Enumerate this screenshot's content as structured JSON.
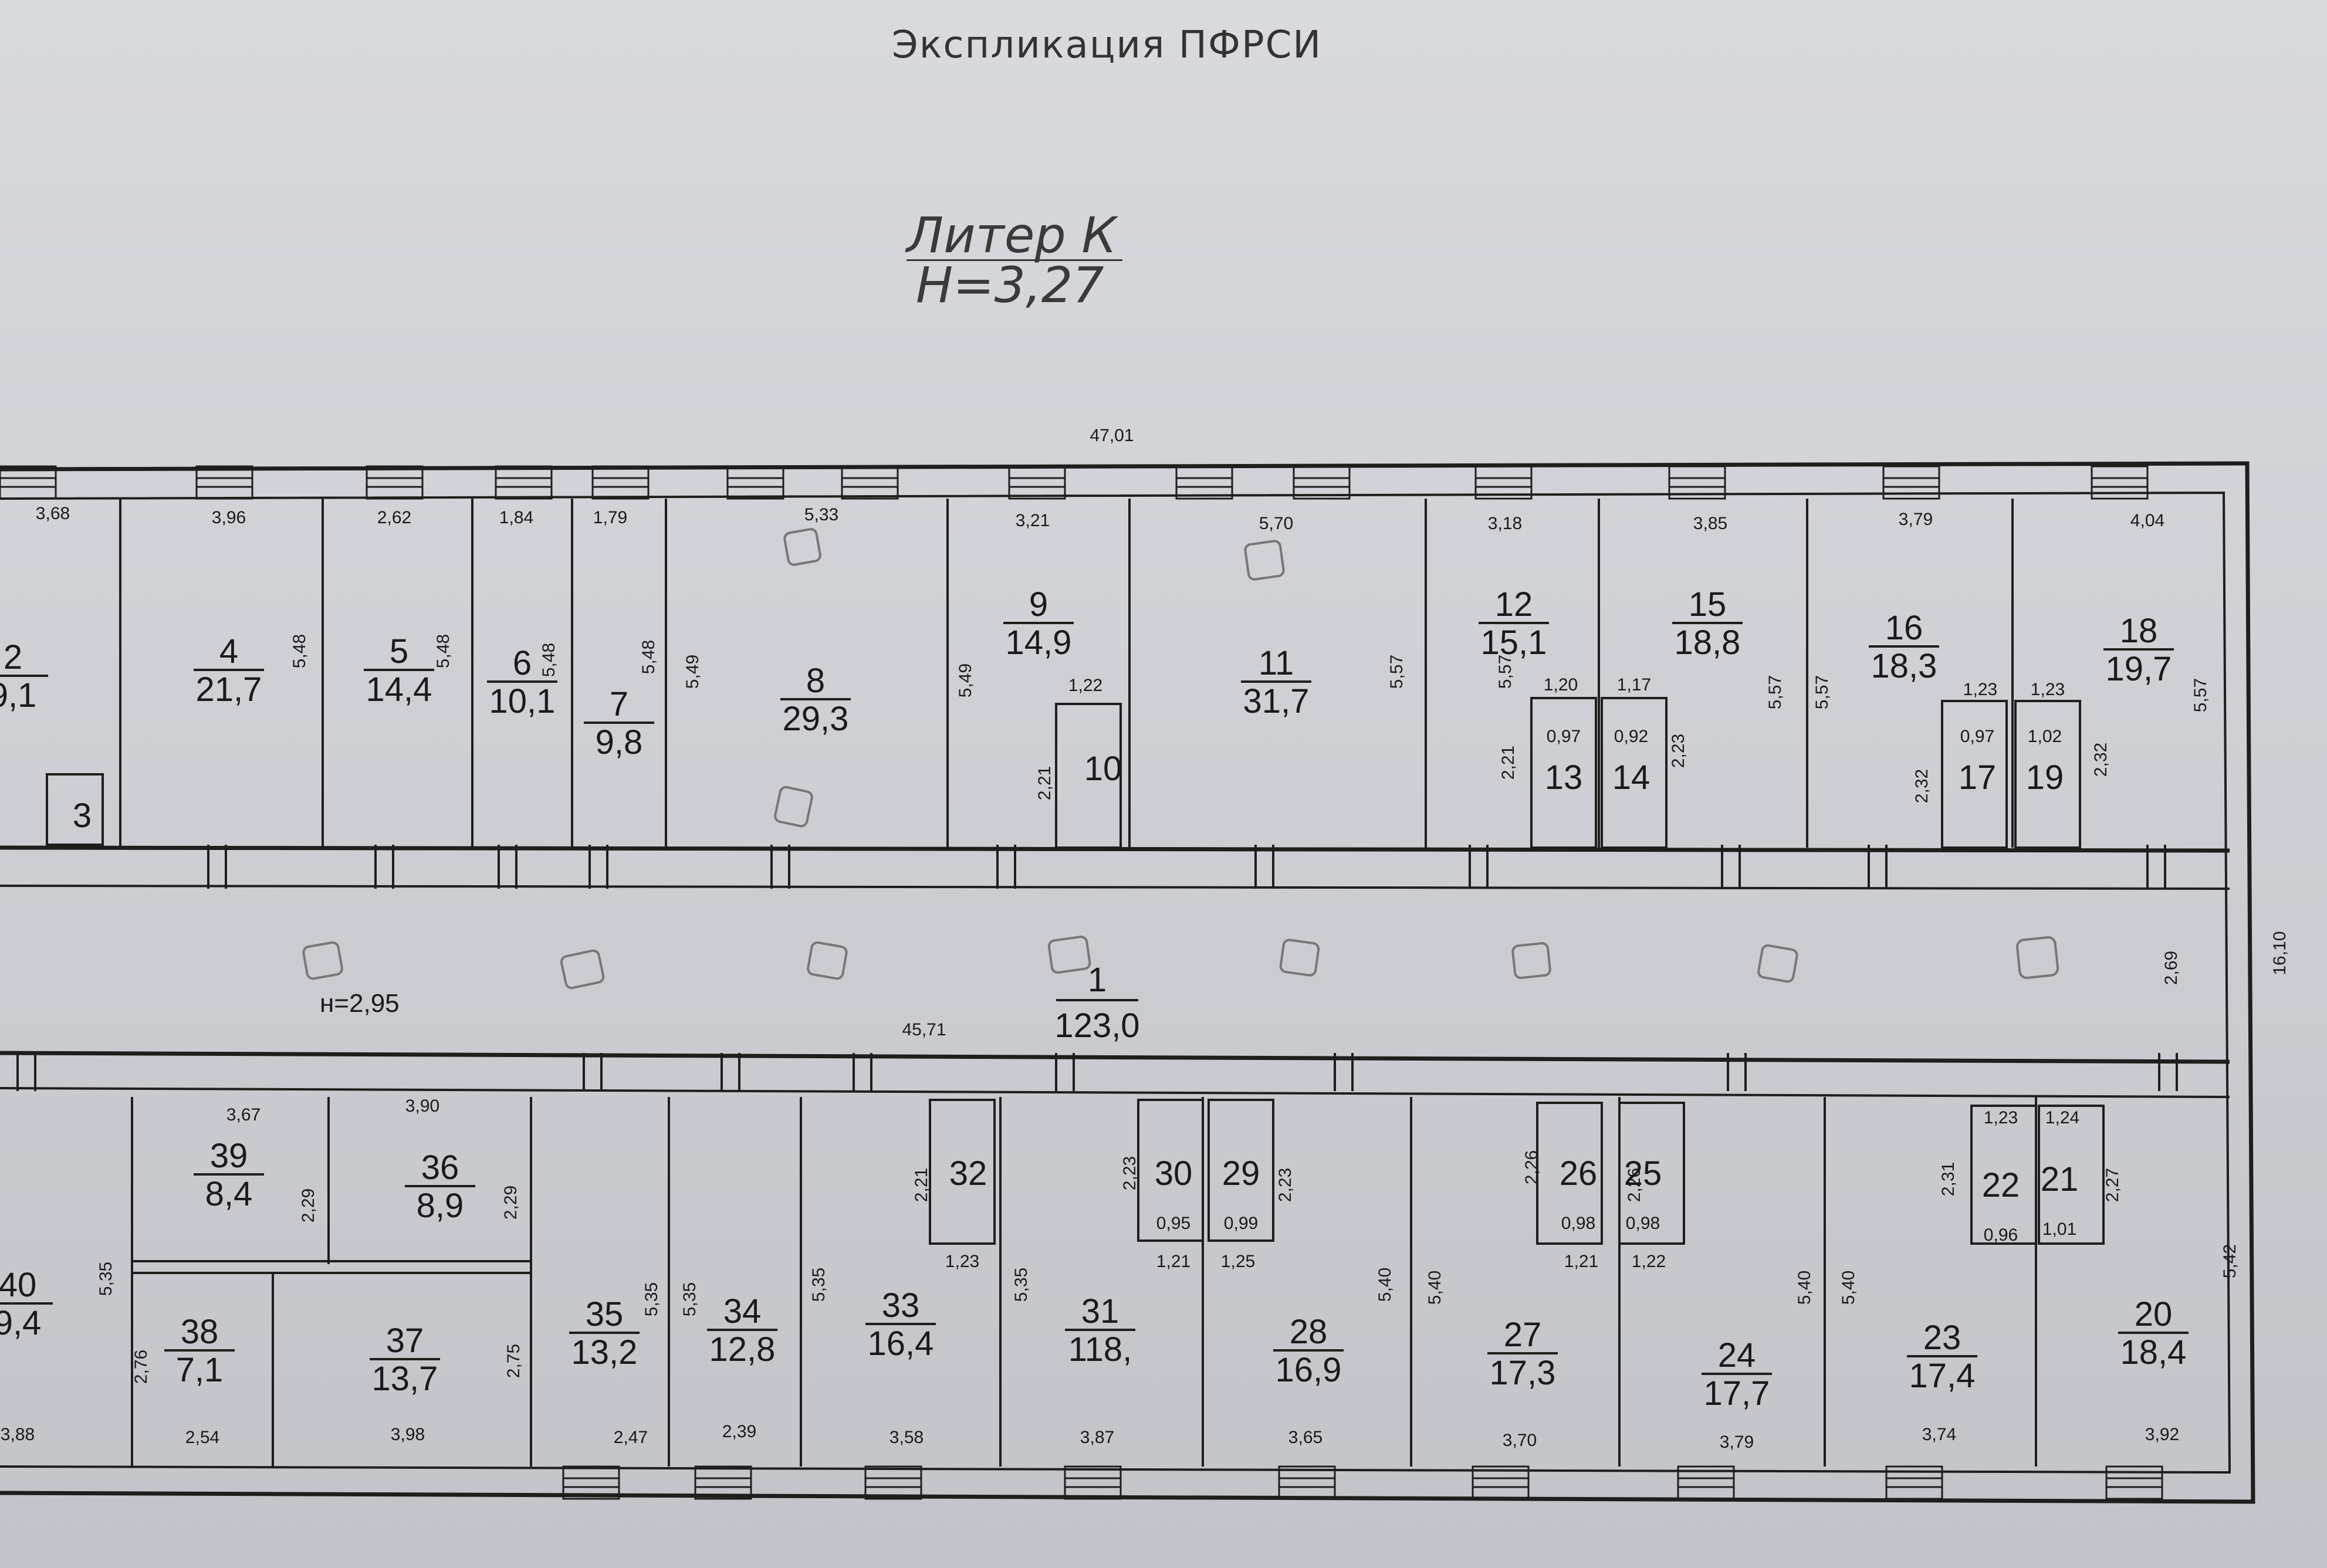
{
  "document": {
    "title": "Экспликация ПФРСИ",
    "liter": {
      "name": "Литер К",
      "height": "Н=3,27"
    },
    "corridor_height": "н=2,95"
  },
  "overall_dimensions": {
    "top_length": "47,01",
    "corridor_length": "45,71",
    "right_width": "16,10",
    "right_door": "2,69"
  },
  "rooms_top": [
    {
      "number": "2",
      "area": "9,1",
      "width": "3,68"
    },
    {
      "number": "3",
      "area": ""
    },
    {
      "number": "4",
      "area": "21,7",
      "width": "3,96",
      "depth": "5,48"
    },
    {
      "number": "5",
      "area": "14,4",
      "width": "2,62",
      "depth": "5,48"
    },
    {
      "number": "6",
      "area": "10,1",
      "width": "1,84",
      "depth": "5,48"
    },
    {
      "number": "7",
      "area": "9,8",
      "width": "1,79",
      "depth": "5,48"
    },
    {
      "number": "8",
      "area": "29,3",
      "width": "5,33",
      "depth": "5,49"
    },
    {
      "number": "9",
      "area": "14,9",
      "width": "3,21",
      "depth": "5,49"
    },
    {
      "number": "10",
      "width": "1,22",
      "depth": "2,21"
    },
    {
      "number": "11",
      "area": "31,7",
      "width": "5,70",
      "depth": "5,57"
    },
    {
      "number": "12",
      "area": "15,1",
      "width": "3,18",
      "depth": "5,57"
    },
    {
      "number": "13",
      "width": "1,20",
      "inner": "0,97",
      "depth": "2,21"
    },
    {
      "number": "14",
      "width": "1,17",
      "inner": "0,92",
      "depth": "2,23"
    },
    {
      "number": "15",
      "area": "18,8",
      "width": "3,85",
      "depth": "5,57"
    },
    {
      "number": "16",
      "area": "18,3",
      "width": "3,79",
      "depth": "5,57"
    },
    {
      "number": "17",
      "width": "1,23",
      "inner": "0,97",
      "depth": "2,32"
    },
    {
      "number": "19",
      "width": "1,23",
      "inner": "1,02",
      "depth": "2,32"
    },
    {
      "number": "18",
      "area": "19,7",
      "width": "4,04",
      "depth": "5,57"
    }
  ],
  "corridor": {
    "number": "1",
    "area": "123,0"
  },
  "rooms_bottom": [
    {
      "number": "40",
      "area": "9,4",
      "width": "3,88",
      "depth": "5,35"
    },
    {
      "number": "39",
      "area": "8,4",
      "width": "3,67",
      "depth": "2,29"
    },
    {
      "number": "36",
      "area": "8,9",
      "width": "3,90",
      "depth": "2,29"
    },
    {
      "number": "38",
      "area": "7,1",
      "width": "2,54",
      "depth": "2,76"
    },
    {
      "number": "37",
      "area": "13,7",
      "width": "3,98",
      "depth": "2,75"
    },
    {
      "number": "35",
      "area": "13,2",
      "width": "2,47",
      "depth": "5,35"
    },
    {
      "number": "34",
      "area": "12,8",
      "width": "2,39",
      "depth": "5,35"
    },
    {
      "number": "33",
      "area": "16,4",
      "width": "3,58",
      "depth": "5,35"
    },
    {
      "number": "32",
      "width": "1,23",
      "depth": "2,21"
    },
    {
      "number": "31",
      "area": "118,",
      "width": "3,87",
      "depth": "5,35"
    },
    {
      "number": "30",
      "width": "1,21",
      "inner": "0,95",
      "depth": "2,23"
    },
    {
      "number": "29",
      "width": "1,25",
      "inner": "0,99",
      "depth": "2,23"
    },
    {
      "number": "28",
      "area": "16,9",
      "width": "3,65",
      "depth": "5,40"
    },
    {
      "number": "27",
      "area": "17,3",
      "width": "3,70",
      "depth": "5,40"
    },
    {
      "number": "26",
      "width": "1,21",
      "inner": "0,98",
      "depth": "2,26"
    },
    {
      "number": "25",
      "width": "1,22",
      "inner": "0,98",
      "depth": "2,26"
    },
    {
      "number": "24",
      "area": "17,7",
      "width": "3,79",
      "depth": "5,40"
    },
    {
      "number": "23",
      "area": "17,4",
      "width": "3,74",
      "depth": "5,40"
    },
    {
      "number": "22",
      "width": "1,23",
      "inner": "0,96",
      "depth": "2,31"
    },
    {
      "number": "21",
      "width": "1,24",
      "inner": "1,01",
      "depth": "2,27"
    },
    {
      "number": "20",
      "area": "18,4",
      "width": "3,92",
      "depth": "5,42"
    }
  ],
  "colors": {
    "paper": "#d4d6db",
    "ink": "#1e1e1e",
    "stamp": "#777777"
  }
}
